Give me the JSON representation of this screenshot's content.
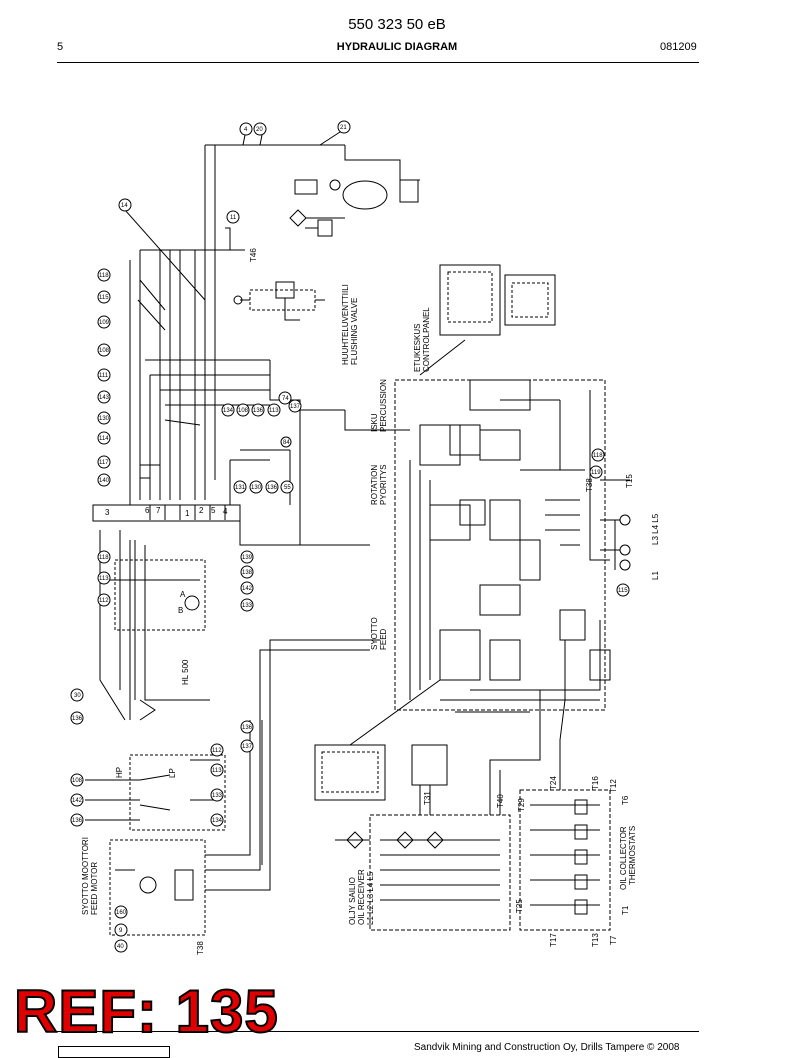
{
  "header": {
    "doc_number": "550 323 50 eB",
    "page": "5",
    "title": "HYDRAULIC DIAGRAM",
    "date": "081209"
  },
  "footer": {
    "text": "Sandvik Mining and Construction Oy, Drills Tampere © 2008"
  },
  "stamp": {
    "text": "REF: 135",
    "color": "#e00000"
  },
  "diagram": {
    "labels": {
      "t46": "T46",
      "flushing_fi": "HUUHTELUVENTTIILI",
      "flushing_en": "FLUSHING VALVE",
      "control_fi": "ETUKESKUS",
      "control_en": "CONTROLPANEL",
      "percussion_fi": "ISKU",
      "percussion_en": "PERCUSSION",
      "rotation_en": "ROTATION",
      "rotation_fi": "PYORITYS",
      "feed_fi": "SYOTTO",
      "feed_en": "FEED",
      "hl500": "HL 500",
      "hp": "HP",
      "lp": "LP",
      "feed_motor_fi": "SYOTTO MOOTTORI",
      "feed_motor_en": "FEED MOTOR",
      "t38": "T38",
      "t38_right": "T38",
      "t15": "T15",
      "l_ports": "L3 L4 L5",
      "l1": "L1",
      "t31": "T31",
      "t40": "T40",
      "t29": "T29",
      "t24": "T24",
      "t16": "T16",
      "t12": "T12",
      "t6": "T6",
      "t25": "T25",
      "t17": "T17",
      "t13": "T13",
      "t7": "T7",
      "t1": "T1",
      "receiver_fi": "OLJY SAILIO",
      "receiver_en": "OIL RECEIVER",
      "receiver_ports": "L1 L2 L3 L4 L5",
      "collector_en": "OIL COLLECTOR",
      "collector_sub": "THERMOSTATS",
      "block_1": "1",
      "block_2": "2",
      "block_3": "3",
      "block_4": "4",
      "block_5": "5",
      "block_6": "6",
      "block_7": "7",
      "port_a": "A",
      "port_b": "B"
    },
    "hose_tags": [
      "4",
      "20",
      "21",
      "11",
      "14",
      "118",
      "115",
      "109",
      "108",
      "111",
      "143",
      "130",
      "114",
      "117",
      "140",
      "134",
      "108",
      "136",
      "113",
      "74",
      "137",
      "131",
      "130",
      "136",
      "55",
      "84",
      "118",
      "113",
      "112",
      "139",
      "138",
      "142",
      "133",
      "30",
      "136",
      "136",
      "137",
      "112",
      "113",
      "133",
      "134",
      "108",
      "142",
      "136",
      "160",
      "9",
      "40",
      "118",
      "119",
      "115"
    ]
  }
}
